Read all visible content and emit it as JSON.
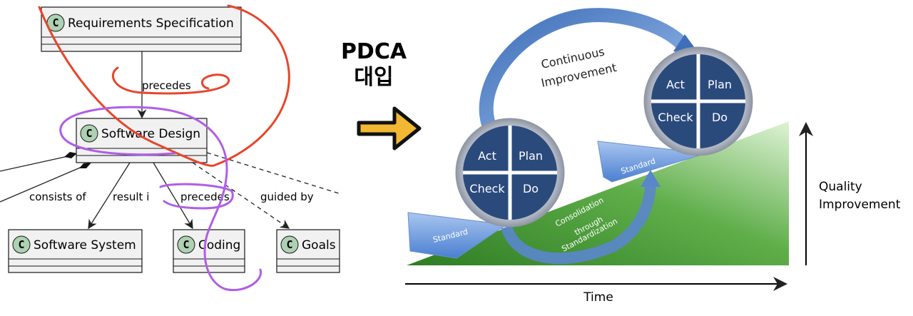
{
  "uml": {
    "classes": [
      {
        "stereotype": "C",
        "name": "Requirements Specification"
      },
      {
        "stereotype": "C",
        "name": "Software Design"
      },
      {
        "stereotype": "C",
        "name": "Software System"
      },
      {
        "stereotype": "C",
        "name": "Coding"
      },
      {
        "stereotype": "C",
        "name": "Goals"
      }
    ],
    "edges": [
      {
        "label": "precedes"
      },
      {
        "label": "consists of"
      },
      {
        "label": "result i"
      },
      {
        "label": "precedes"
      },
      {
        "label": "guided by"
      }
    ]
  },
  "transition": {
    "title_line1": "PDCA",
    "title_line2": "대입"
  },
  "pdca": {
    "cycle_labels": {
      "act": "Act",
      "plan": "Plan",
      "check": "Check",
      "do": "Do"
    },
    "continuous_line1": "Continuous",
    "continuous_line2": "Improvement",
    "standard_label": "Standard",
    "consolidation_line1": "Consolidation",
    "consolidation_line2": "through",
    "consolidation_line3": "Standardization",
    "x_axis_label": "Time",
    "y_axis_line1": "Quality",
    "y_axis_line2": "Improvement"
  },
  "colors": {
    "uml_box": "#f1f1f1",
    "uml_stereotype": "#add1b2",
    "annotation_red": "#e8452c",
    "annotation_purple": "#b05ee6",
    "arrow_yellow": "#f2b733",
    "pdca_circle": "#2a4a7c",
    "slope_green": "#3a8f2e",
    "standard_blue": "#5b8fd6"
  }
}
